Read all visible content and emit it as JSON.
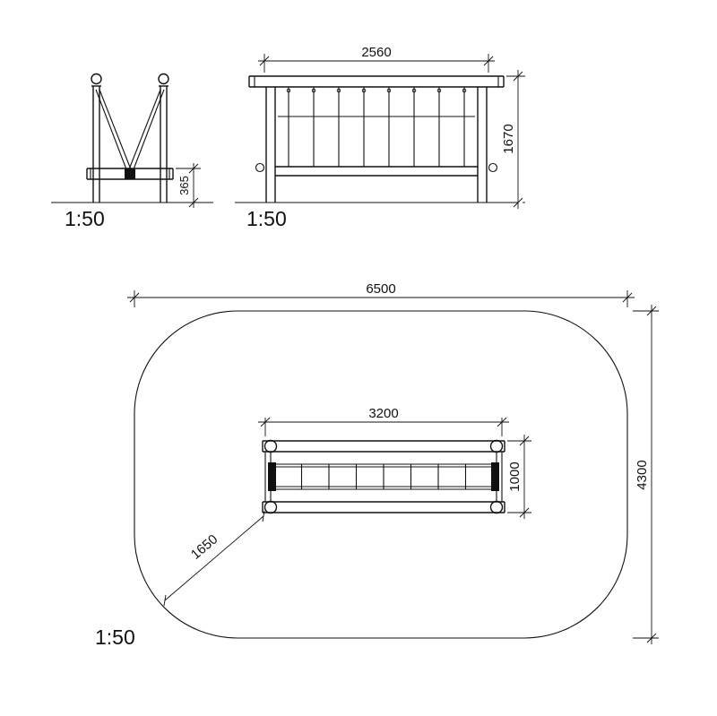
{
  "drawing": {
    "end_view": {
      "scale": "1:50",
      "dim_beam_height": "365"
    },
    "front_view": {
      "scale": "1:50",
      "dim_width": "2560",
      "dim_height": "1670"
    },
    "plan_view": {
      "scale": "1:50",
      "dim_zone_width": "6500",
      "dim_zone_depth": "4300",
      "dim_item_width": "3200",
      "dim_item_depth": "1000",
      "dim_corner_offset": "1650"
    },
    "colors": {
      "line": "#111111",
      "background": "#ffffff"
    }
  }
}
